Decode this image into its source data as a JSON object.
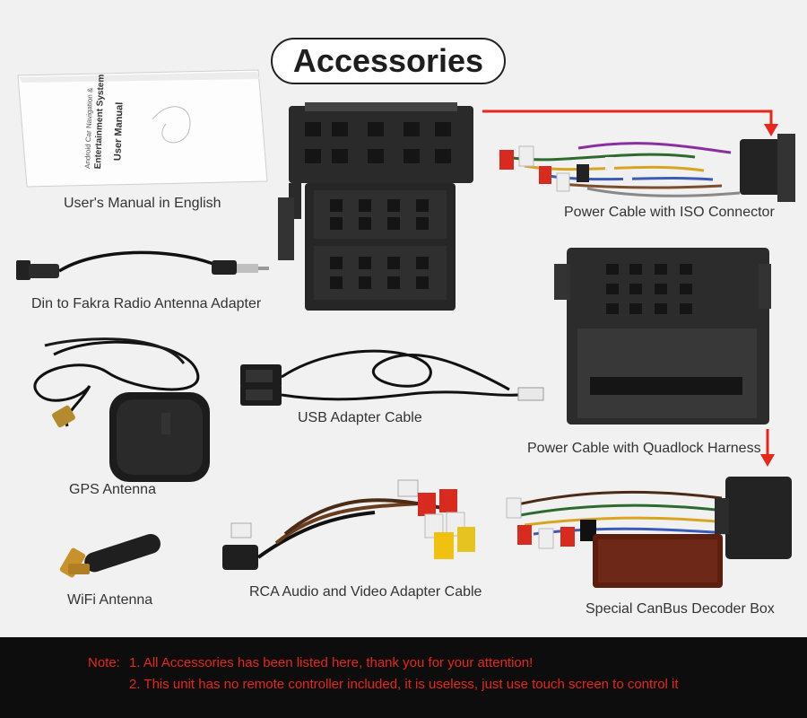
{
  "title": "Accessories",
  "captions": {
    "manual": "User's Manual in English",
    "antenna_adapter": "Din to Fakra Radio Antenna Adapter",
    "gps": "GPS Antenna",
    "wifi": "WiFi Antenna",
    "usb": "USB Adapter Cable",
    "rca": "RCA Audio and Video Adapter Cable",
    "iso_cable": "Power Cable with ISO Connector",
    "quadlock": "Power Cable with Quadlock Harness",
    "canbus": "Special CanBus Decoder Box"
  },
  "manual_cover": {
    "line1": "Android Car Navigation &",
    "line2": "Entertainment System",
    "line3": "User Manual"
  },
  "note": {
    "prefix": "Note:",
    "line1": "1. All Accessories has been listed here, thank you for your attention!",
    "line2": "2. This unit has no remote controller included, it is useless, just use touch screen to control it"
  },
  "colors": {
    "accent_red": "#e8261a",
    "note_background": "#0d0d0d"
  }
}
